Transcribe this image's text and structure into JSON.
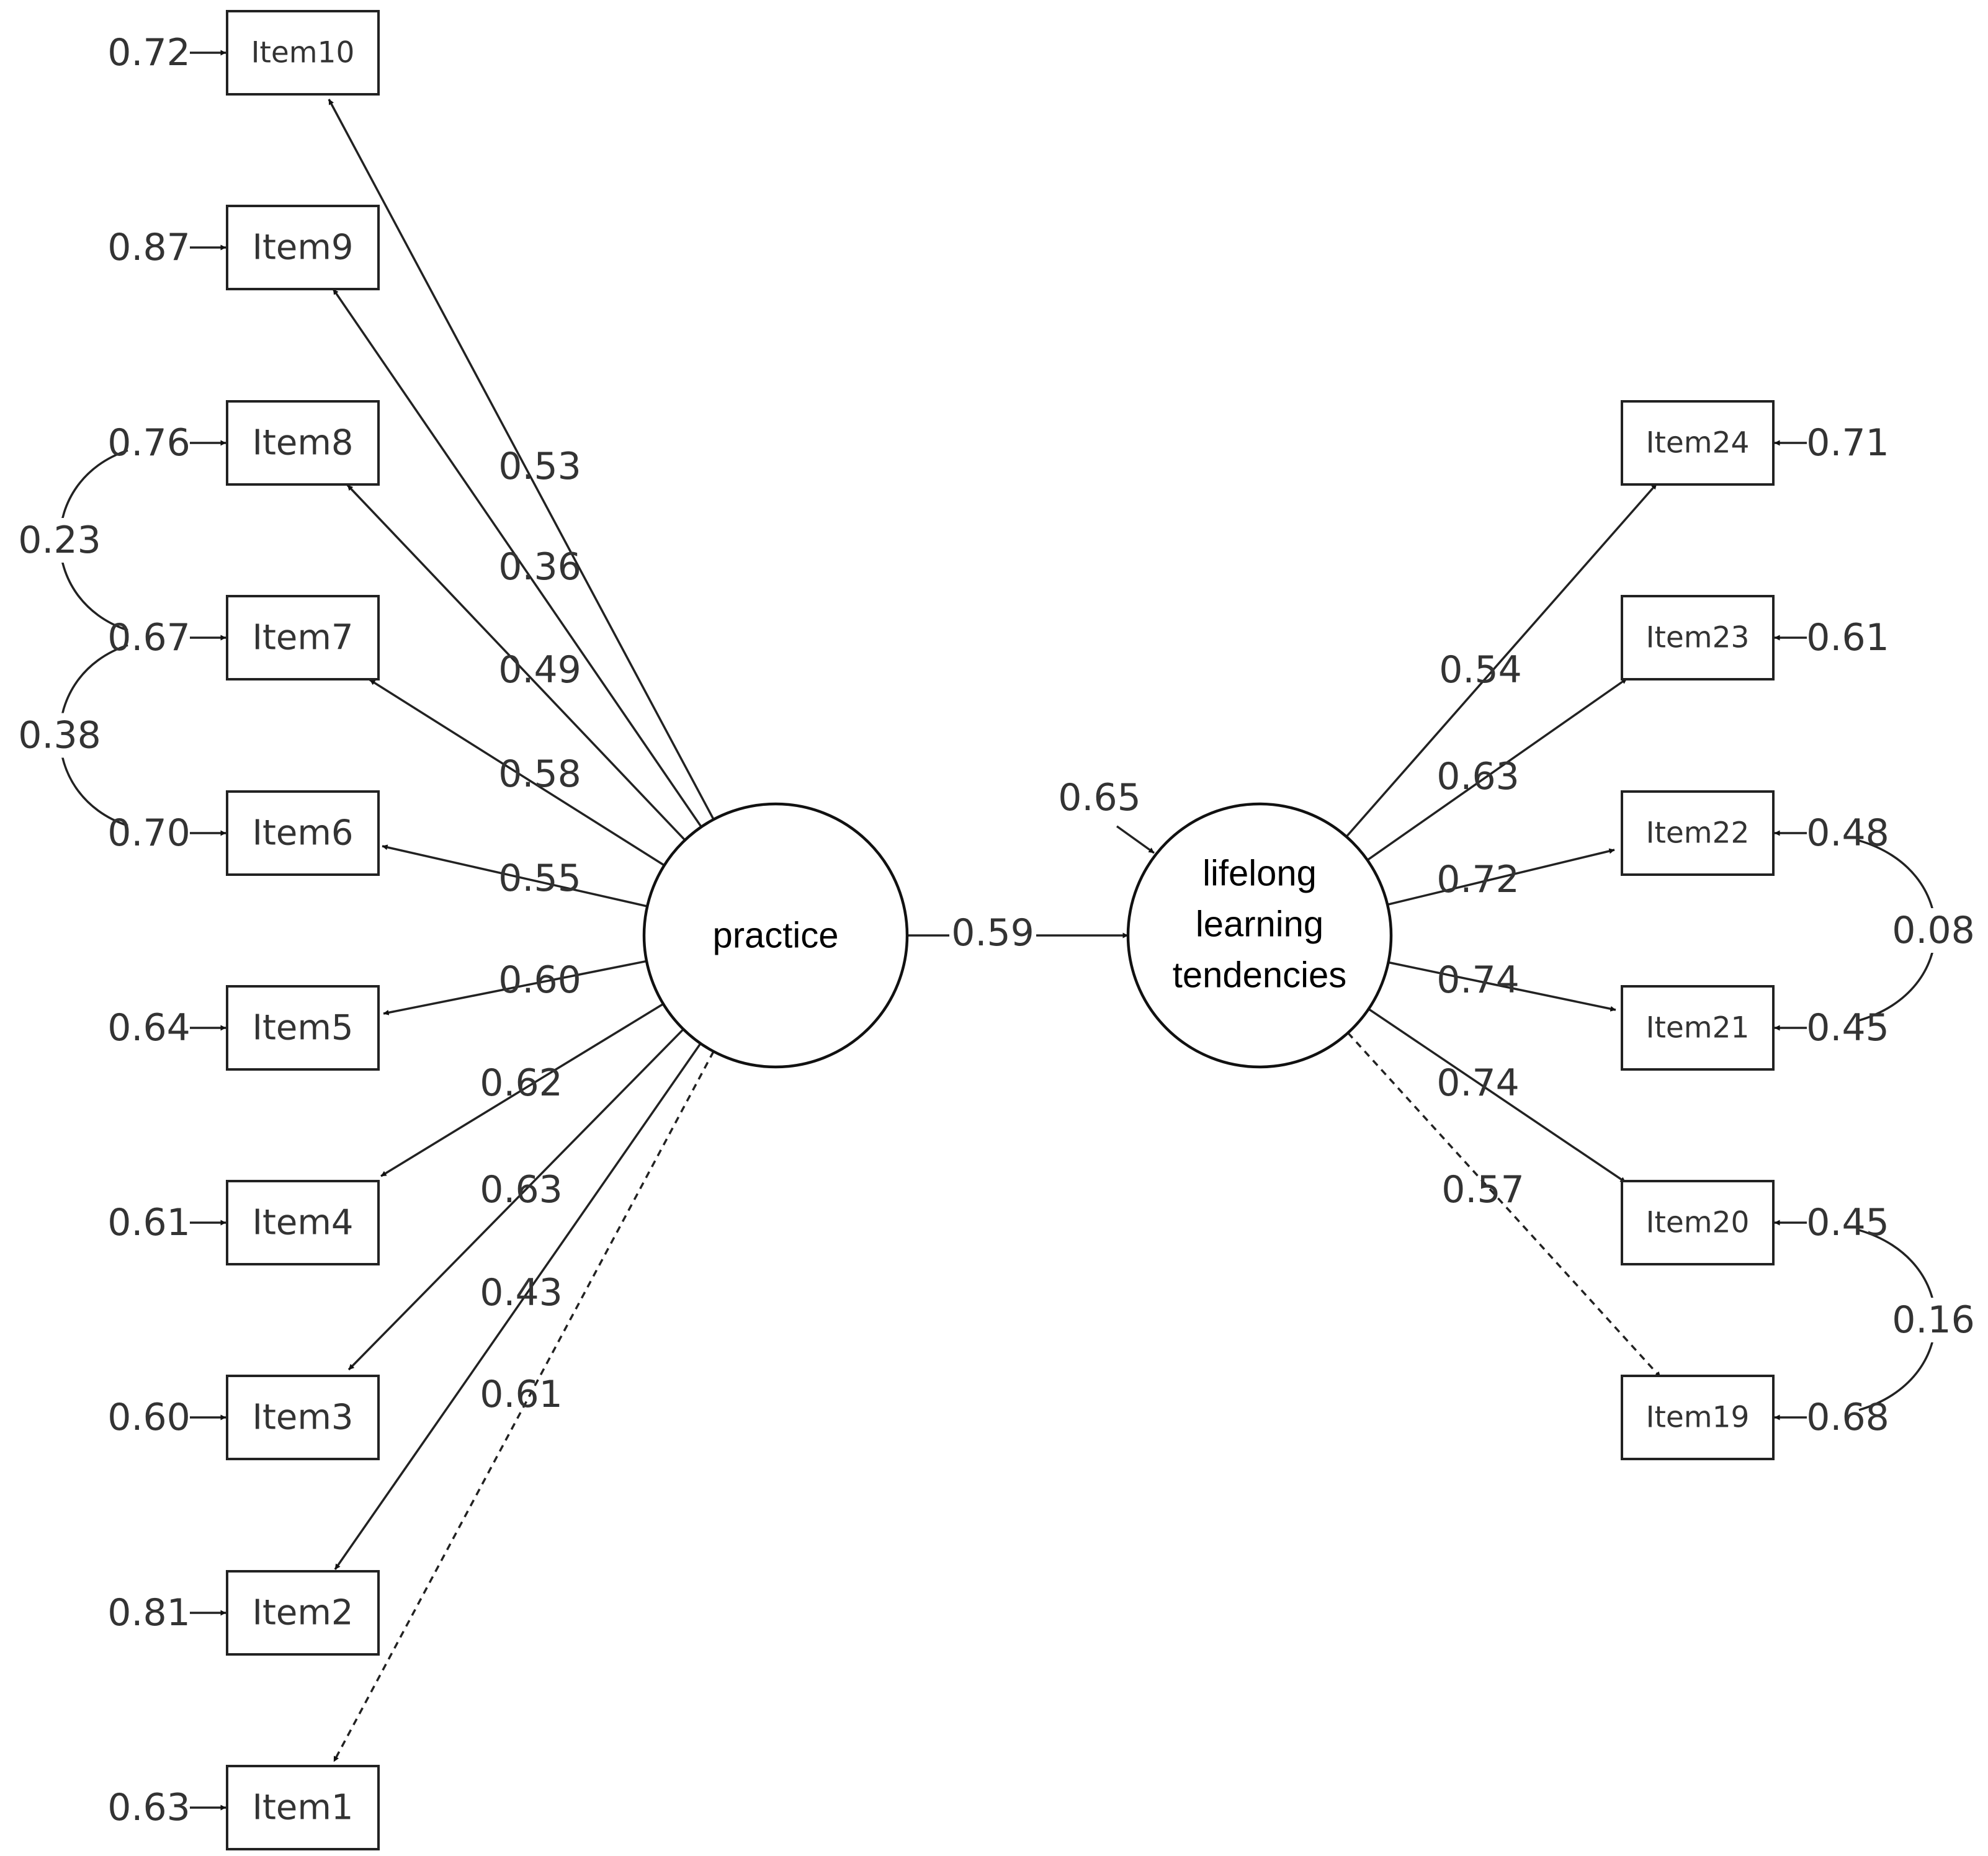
{
  "latents": {
    "practice": {
      "label": "practice"
    },
    "lifelong": {
      "lines": [
        "lifelong",
        "learning",
        "tendencies"
      ],
      "residual": "0.65"
    }
  },
  "structural_path": {
    "from": "practice",
    "to": "lifelong",
    "label": "0.59"
  },
  "left_items": [
    {
      "id": "Item10",
      "label": "Item10",
      "loading": "0.53",
      "residual": "0.72",
      "dashed": false
    },
    {
      "id": "Item9",
      "label": "Item9",
      "loading": "0.36",
      "residual": "0.87",
      "dashed": false
    },
    {
      "id": "Item8",
      "label": "Item8",
      "loading": "0.49",
      "residual": "0.76",
      "dashed": false
    },
    {
      "id": "Item7",
      "label": "Item7",
      "loading": "0.58",
      "residual": "0.67",
      "dashed": false
    },
    {
      "id": "Item6",
      "label": "Item6",
      "loading": "0.55",
      "residual": "0.70",
      "dashed": false
    },
    {
      "id": "Item5",
      "label": "Item5",
      "loading": "0.60",
      "residual": "0.64",
      "dashed": false
    },
    {
      "id": "Item4",
      "label": "Item4",
      "loading": "0.62",
      "residual": "0.61",
      "dashed": false
    },
    {
      "id": "Item3",
      "label": "Item3",
      "loading": "0.63",
      "residual": "0.60",
      "dashed": false
    },
    {
      "id": "Item2",
      "label": "Item2",
      "loading": "0.43",
      "residual": "0.81",
      "dashed": false
    },
    {
      "id": "Item1",
      "label": "Item1",
      "loading": "0.61",
      "residual": "0.63",
      "dashed": true
    }
  ],
  "right_items": [
    {
      "id": "Item24",
      "label": "Item24",
      "loading": "0.54",
      "residual": "0.71",
      "dashed": false
    },
    {
      "id": "Item23",
      "label": "Item23",
      "loading": "0.63",
      "residual": "0.61",
      "dashed": false
    },
    {
      "id": "Item22",
      "label": "Item22",
      "loading": "0.72",
      "residual": "0.48",
      "dashed": false
    },
    {
      "id": "Item21",
      "label": "Item21",
      "loading": "0.74",
      "residual": "0.45",
      "dashed": false
    },
    {
      "id": "Item20",
      "label": "Item20",
      "loading": "0.74",
      "residual": "0.45",
      "dashed": false
    },
    {
      "id": "Item19",
      "label": "Item19",
      "loading": "0.57",
      "residual": "0.68",
      "dashed": true
    }
  ],
  "covariances": [
    {
      "between": [
        "Item8",
        "Item7"
      ],
      "value": "0.23"
    },
    {
      "between": [
        "Item7",
        "Item6"
      ],
      "value": "0.38"
    },
    {
      "between": [
        "Item22",
        "Item21"
      ],
      "value": "0.08"
    },
    {
      "between": [
        "Item20",
        "Item19"
      ],
      "value": "0.16"
    }
  ]
}
